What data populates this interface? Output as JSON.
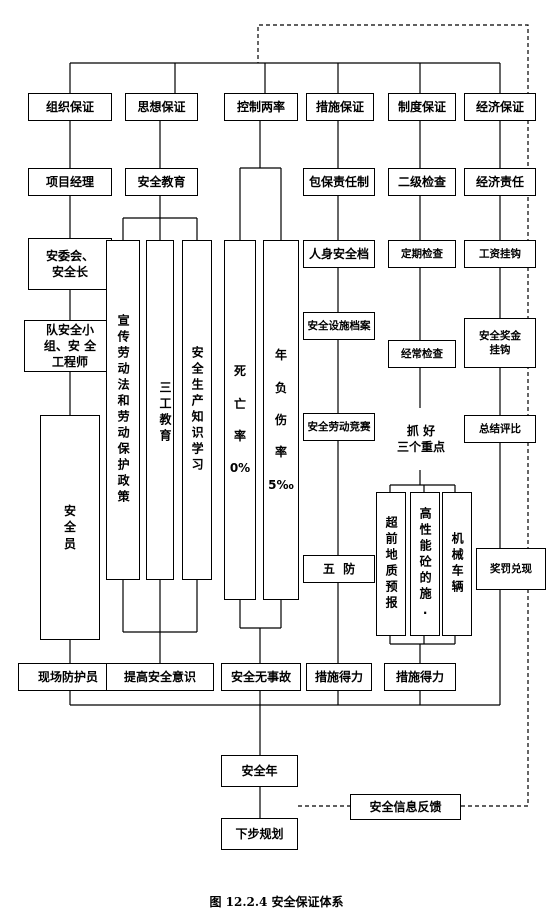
{
  "top_row": [
    "组织保证",
    "思想保证",
    "控制两率",
    "措施保证",
    "制度保证",
    "经济保证"
  ],
  "col_org": [
    "项目经理",
    "安委会、\n安全长",
    "队安全小\n组、安 全\n工程师",
    "安\n全\n员"
  ],
  "col_thought": {
    "edu": "安全教育",
    "v1": "宣传劳动法和劳动保护政策",
    "v2": "三工教育",
    "v3": "安全生产知识学习"
  },
  "col_rate": {
    "death": "死\n\n亡\n\n率\n\n0%",
    "injury": "年\n\n负\n\n伤\n\n率\n\n5‰"
  },
  "col_measure": [
    "包保责任制",
    "人身安全档",
    "安全设施档案",
    "安全劳动竞赛",
    "五  防"
  ],
  "col_system": {
    "items": [
      "二级检查",
      "定期检查",
      "经常检查"
    ],
    "focus": "抓 好\n三个重点",
    "v1": "超前地质预报",
    "v2": "高性能砼的施.",
    "v3": "机械车辆"
  },
  "col_econ": [
    "经济责任",
    "工资挂钩",
    "安全奖金\n挂钩",
    "总结评比",
    "奖罚兑现"
  ],
  "bottom_row": [
    "现场防护员",
    "提高安全意识",
    "安全无事故",
    "措施得力",
    "措施得力"
  ],
  "final": {
    "year": "安全年",
    "plan": "下步规划",
    "feedback": "安全信息反馈"
  },
  "caption": "图 12.2.4   安全保证体系"
}
